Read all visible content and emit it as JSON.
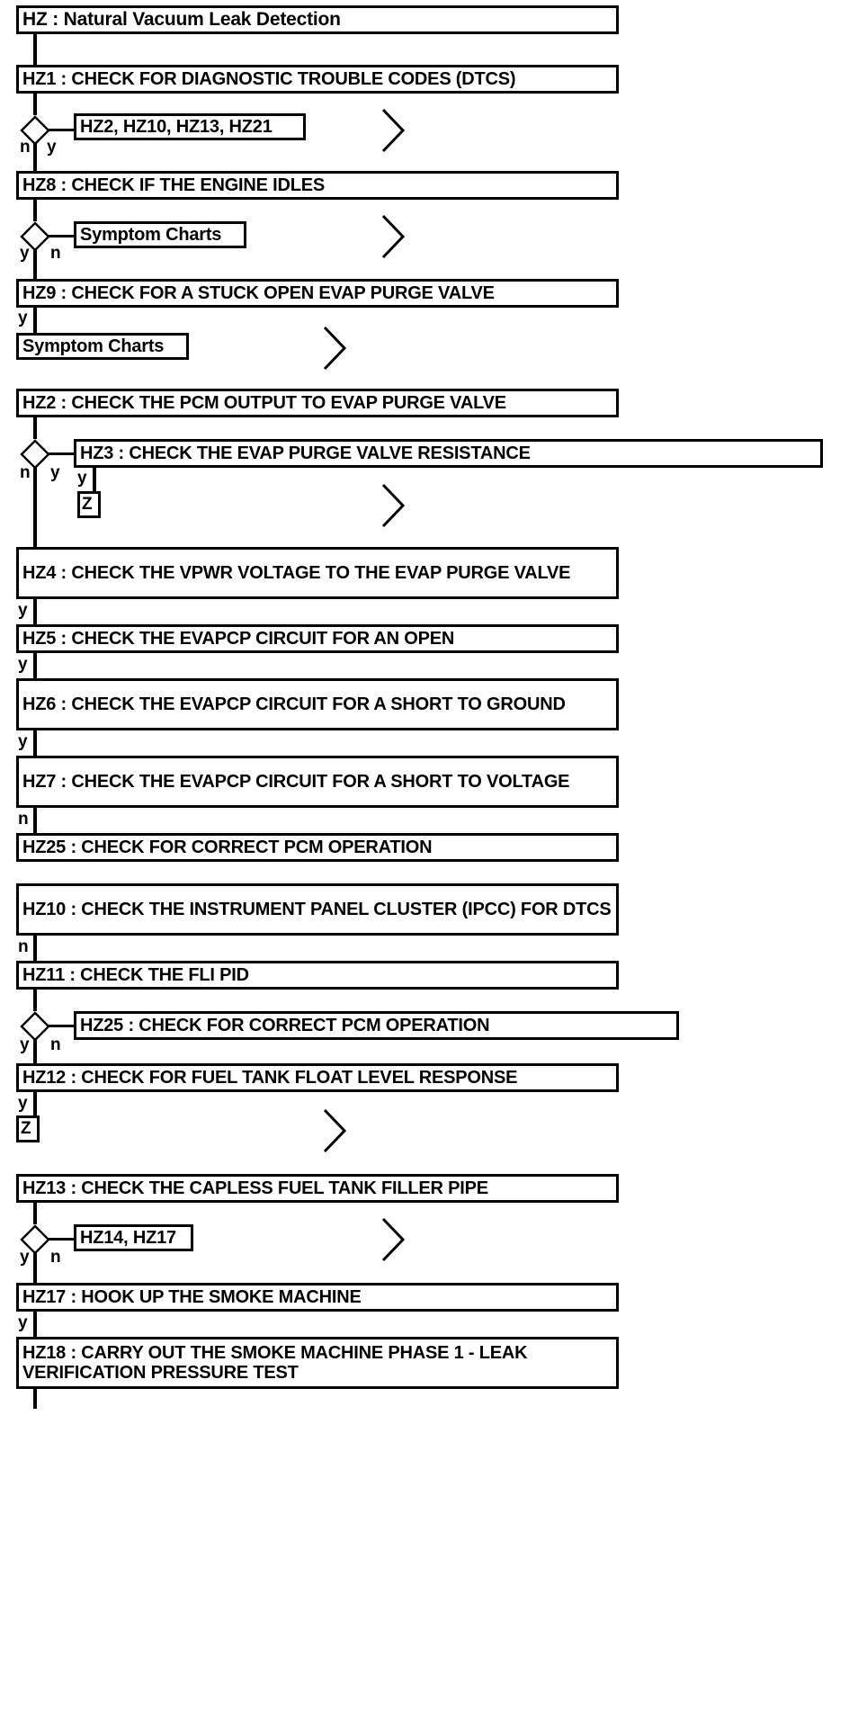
{
  "diagram": {
    "title": "HZ : Natural Vacuum Leak Detection",
    "type": "flowchart",
    "accent_color": "#000000",
    "background_color": "#ffffff"
  },
  "nodes": {
    "title": "HZ : Natural Vacuum Leak Detection",
    "hz1": "HZ1 : CHECK FOR DIAGNOSTIC TROUBLE CODES (DTCS)",
    "ref_hz2_group": "HZ2, HZ10, HZ13, HZ21",
    "hz8": "HZ8 : CHECK IF THE ENGINE IDLES",
    "ref_symptom_charts_1": "Symptom Charts",
    "hz9": "HZ9 : CHECK FOR A STUCK OPEN EVAP PURGE VALVE",
    "ref_symptom_charts_2": "Symptom Charts",
    "hz2": "HZ2 : CHECK THE PCM OUTPUT TO EVAP PURGE VALVE",
    "hz3": "HZ3 : CHECK THE EVAP PURGE VALVE RESISTANCE",
    "z_after_hz3": "Z",
    "hz4": "HZ4 : CHECK THE VPWR VOLTAGE TO THE EVAP PURGE VALVE",
    "hz5": "HZ5 : CHECK THE EVAPCP CIRCUIT FOR AN OPEN",
    "hz6": "HZ6 : CHECK THE EVAPCP CIRCUIT FOR A SHORT TO GROUND",
    "hz7": "HZ7 : CHECK THE EVAPCP CIRCUIT FOR A SHORT TO VOLTAGE",
    "hz25_a": "HZ25 : CHECK FOR CORRECT PCM OPERATION",
    "hz10": "HZ10 : CHECK THE INSTRUMENT PANEL CLUSTER (IPCC) FOR DTCS",
    "hz11": "HZ11 : CHECK THE FLI PID",
    "hz25_b": "HZ25 : CHECK FOR CORRECT PCM OPERATION",
    "hz12": "HZ12 : CHECK FOR FUEL TANK FLOAT LEVEL RESPONSE",
    "z_after_hz12": "Z",
    "hz13": "HZ13 : CHECK THE CAPLESS FUEL TANK FILLER PIPE",
    "ref_hz14_hz17": "HZ14, HZ17",
    "hz17": "HZ17 : HOOK UP THE SMOKE MACHINE",
    "hz18": "HZ18 : CARRY OUT THE SMOKE MACHINE PHASE 1 - LEAK VERIFICATION PRESSURE TEST"
  },
  "branches": {
    "d1_no": "n",
    "d1_yes": "y",
    "d2_yes": "y",
    "d2_no": "n",
    "hz9_yes": "y",
    "d3_no": "n",
    "d3_yes": "y",
    "hz3_yes": "y",
    "hz4_yes": "y",
    "hz5_yes": "y",
    "hz6_yes": "y",
    "hz7_no": "n",
    "hz10_no": "n",
    "d4_yes": "y",
    "d4_no": "n",
    "hz12_yes": "y",
    "d5_yes": "y",
    "d5_no": "n",
    "hz17_yes": "y"
  }
}
